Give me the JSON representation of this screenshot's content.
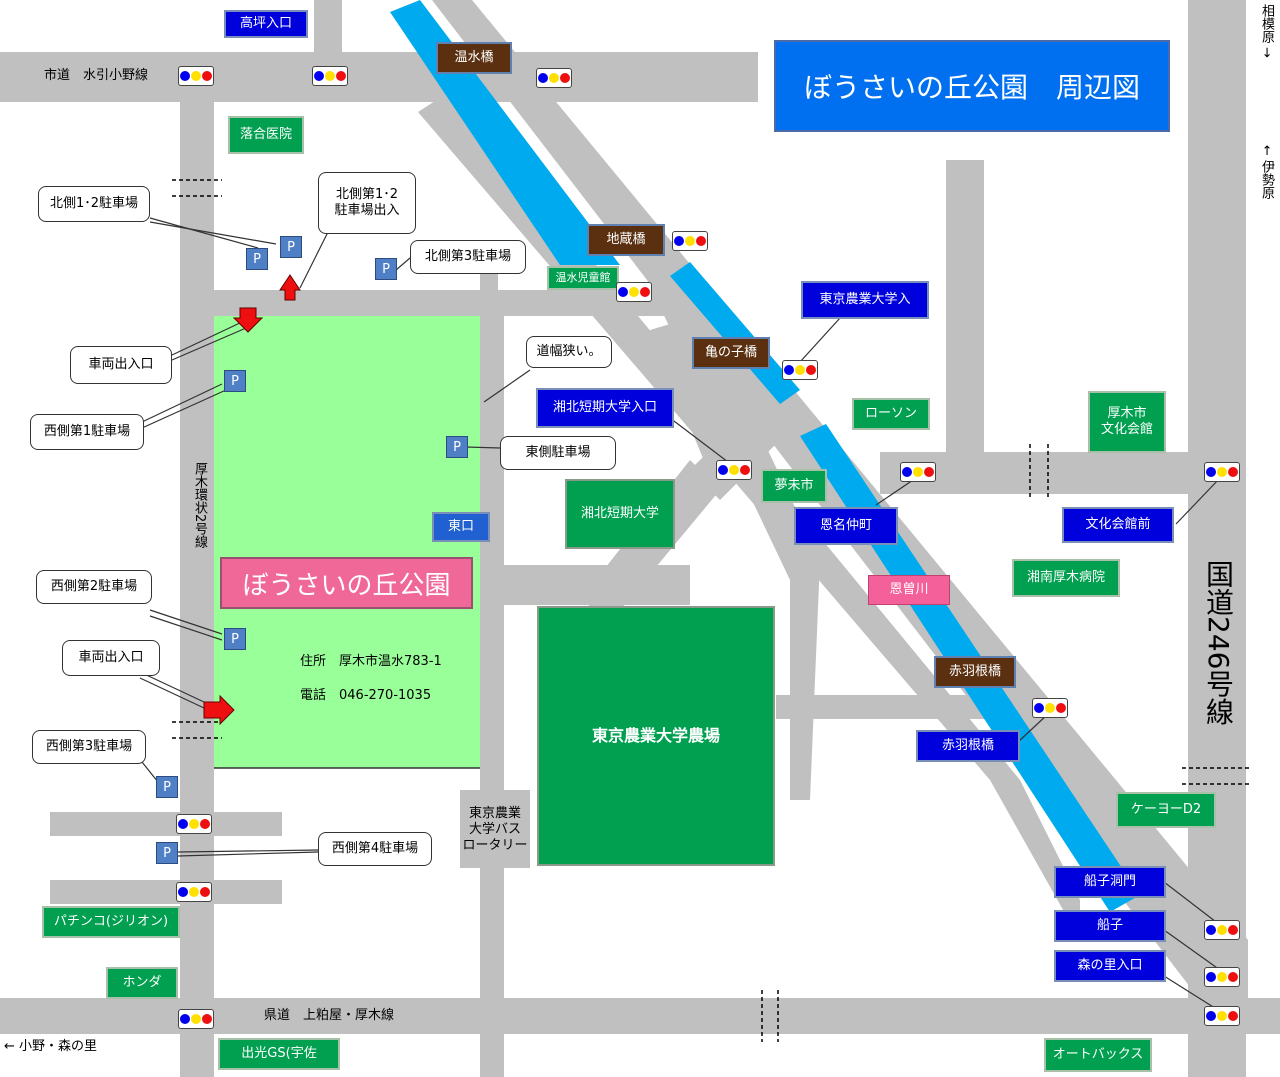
{
  "title": "ぼうさいの丘公園　周辺図",
  "park_name": "ぼうさいの丘公園",
  "address": "住所　厚木市温水783-1",
  "phone": "電話　046-270-1035",
  "roads": {
    "city_road": "市道　水引小野線",
    "pref_road": "県道　上粕屋・厚木線",
    "ring_road": "厚木環状2号線",
    "route246": "国道246号線",
    "to_sagamihara": "相模原 →",
    "to_isehara": "← 伊勢原",
    "to_ono": "← 小野・森の里"
  },
  "places": {
    "takatsubo": "高坪入口",
    "nurumizu_bridge": "温水橋",
    "ochiai": "落合医院",
    "jizo": "地蔵橋",
    "jidokan": "温水児童館",
    "nodai_iri": "東京農業大学入",
    "kamenoko": "亀の子橋",
    "shohoku_iri": "湘北短期大学入口",
    "lawson": "ローソン",
    "bunka_hall": "厚木市\n文化会館",
    "yumemi": "夢未市",
    "onna": "恩名仲町",
    "bunka_mae": "文化会館前",
    "shohoku": "湘北短期大学",
    "higashiguchi": "東口",
    "onsogawa": "恩曽川",
    "shonan_hosp": "湘南厚木病院",
    "akabane_bridge": "赤羽根橋",
    "akabane": "赤羽根橋",
    "farm": "東京農業大学農場",
    "bus": "東京農業\n大学バス\nロータリー",
    "keiyo": "ケーヨーD2",
    "funako_dm": "船子洞門",
    "funako": "船子",
    "morinosato": "森の里入口",
    "pachinko": "パチンコ(ジリオン)",
    "honda": "ホンダ",
    "idemitsu": "出光GS(宇佐",
    "autobacs": "オートバックス"
  },
  "callouts": {
    "north12": "北側1･2駐車場",
    "north12_entry": "北側第1･2\n駐車場出入",
    "north3": "北側第3駐車場",
    "vehicle_entry_1": "車両出入口",
    "west1": "西側第1駐車場",
    "narrow": "道幅狭い。",
    "east_parking": "東側駐車場",
    "west2": "西側第2駐車場",
    "vehicle_entry_2": "車両出入口",
    "west3": "西側第3駐車場",
    "west4": "西側第4駐車場"
  },
  "parking_symbol": "P",
  "colors": {
    "road": "#c0c0c0",
    "park": "#99ff99",
    "river": "#00aaee",
    "title_bg": "#0070f0",
    "label_blue": "#0000dd",
    "label_green": "#00a050",
    "label_brown": "#5a3010",
    "park_label": "#f06898",
    "parking": "#4f7fc4",
    "arrow": "#ee1010"
  }
}
